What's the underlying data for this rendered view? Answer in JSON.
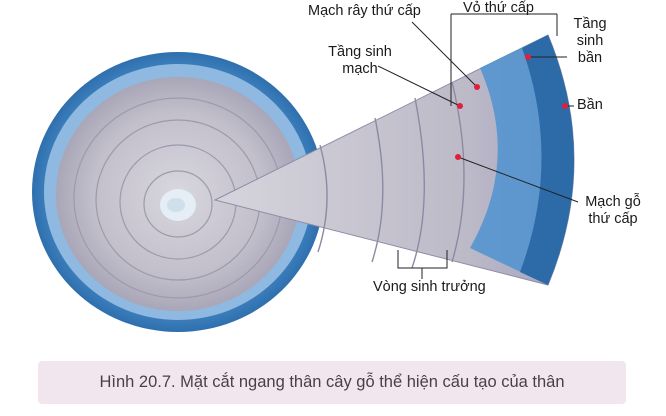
{
  "labels": {
    "mach_ray": "Mạch rây  thứ cấp",
    "vo_thu_cap": "Vỏ thứ cấp",
    "tang_sinh_ban_1": "Tầng",
    "tang_sinh_ban_2": "sinh",
    "tang_sinh_ban_3": "bần",
    "tang_sinh_mach_1": "Tầng sinh",
    "tang_sinh_mach_2": "mạch",
    "ban": "Bần",
    "mach_go_1": "Mạch gỗ",
    "mach_go_2": "thứ cấp",
    "vong_sinh_truong": "Vòng sinh trưởng"
  },
  "caption": "Hình 20.7. Mặt cắt ngang thân cây gỗ thể hiện cấu tạo của thân",
  "colors": {
    "bark_blue": "#3f86c4",
    "wood_grey": "#c4c1cc",
    "marker_red": "#e0203a",
    "caption_bg": "#f1e6ed"
  }
}
